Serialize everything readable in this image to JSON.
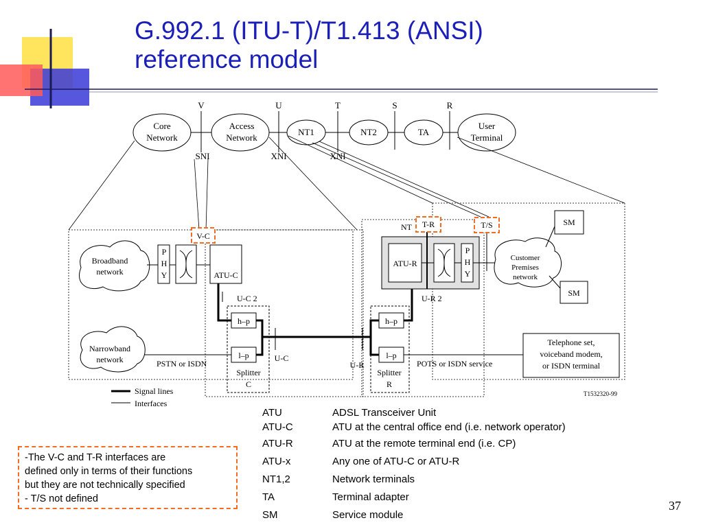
{
  "title": {
    "line1": "G.992.1 (ITU-T)/T1.413 (ANSI)",
    "line2": "reference model"
  },
  "colors": {
    "title": "#1b1fb8",
    "accent_orange": "#f36c21",
    "deco_yellow": "#ffe14d",
    "deco_red": "#ff4d4d",
    "deco_blue": "#3333cc"
  },
  "diagram": {
    "reference_points": {
      "v": "V",
      "u": "U",
      "t": "T",
      "s": "S",
      "r": "R"
    },
    "nodes": {
      "core_network": [
        "Core",
        "Network"
      ],
      "access_network": [
        "Access",
        "Network"
      ],
      "nt1": "NT1",
      "nt2": "NT2",
      "ta": "TA",
      "user_terminal": [
        "User",
        "Terminal"
      ]
    },
    "interface_labels": {
      "sni": "SNI",
      "xni1": "XNI",
      "xni2": "XNI"
    },
    "boxes": {
      "broadband_network": [
        "Broadband",
        "network"
      ],
      "narrowband_network": [
        "Narrowband",
        "network"
      ],
      "phy_left": [
        "P",
        "H",
        "Y"
      ],
      "phy_right": [
        "P",
        "H",
        "Y"
      ],
      "atu_c": "ATU-C",
      "atu_r": "ATU-R",
      "v_c": "V-C",
      "t_r": "T-R",
      "t_s": "T/S",
      "nt": "NT",
      "u_c2": "U-C 2",
      "u_r2": "U-R 2",
      "hp_c": "h–p",
      "lp_c": "l–p",
      "hp_r": "h–p",
      "lp_r": "l–p",
      "splitter_c": [
        "Splitter",
        "C"
      ],
      "splitter_r": [
        "Splitter",
        "R"
      ],
      "u_c": "U-C",
      "u_r": "U-R",
      "pstn_isdn": "PSTN or ISDN",
      "pots_isdn": "POTS or ISDN service",
      "customer_premises": [
        "Customer",
        "Premises",
        "network"
      ],
      "sm1": "SM",
      "sm2": "SM",
      "telephone": [
        "Telephone set,",
        "voiceband modem,",
        "or ISDN terminal"
      ],
      "signal_lines": "Signal lines",
      "interfaces": "Interfaces",
      "figure_code": "T1532320-99"
    }
  },
  "note": {
    "lines": [
      "-The V-C and T-R interfaces are",
      "defined only in terms of their functions",
      "but they are not technically specified",
      "- T/S not defined"
    ]
  },
  "legend": [
    {
      "abbr": "ATU",
      "desc": "ADSL Transceiver Unit"
    },
    {
      "abbr": "ATU-C",
      "desc": "ATU at the central office end (i.e. network operator)"
    },
    {
      "abbr": "ATU-R",
      "desc": "ATU at the remote terminal end (i.e. CP)"
    },
    {
      "abbr": "ATU-x",
      "desc": "Any one of ATU-C or ATU-R"
    },
    {
      "abbr": "NT1,2",
      "desc": "Network terminals"
    },
    {
      "abbr": "TA",
      "desc": "Terminal adapter"
    },
    {
      "abbr": "SM",
      "desc": "Service module"
    }
  ],
  "page_number": "37"
}
